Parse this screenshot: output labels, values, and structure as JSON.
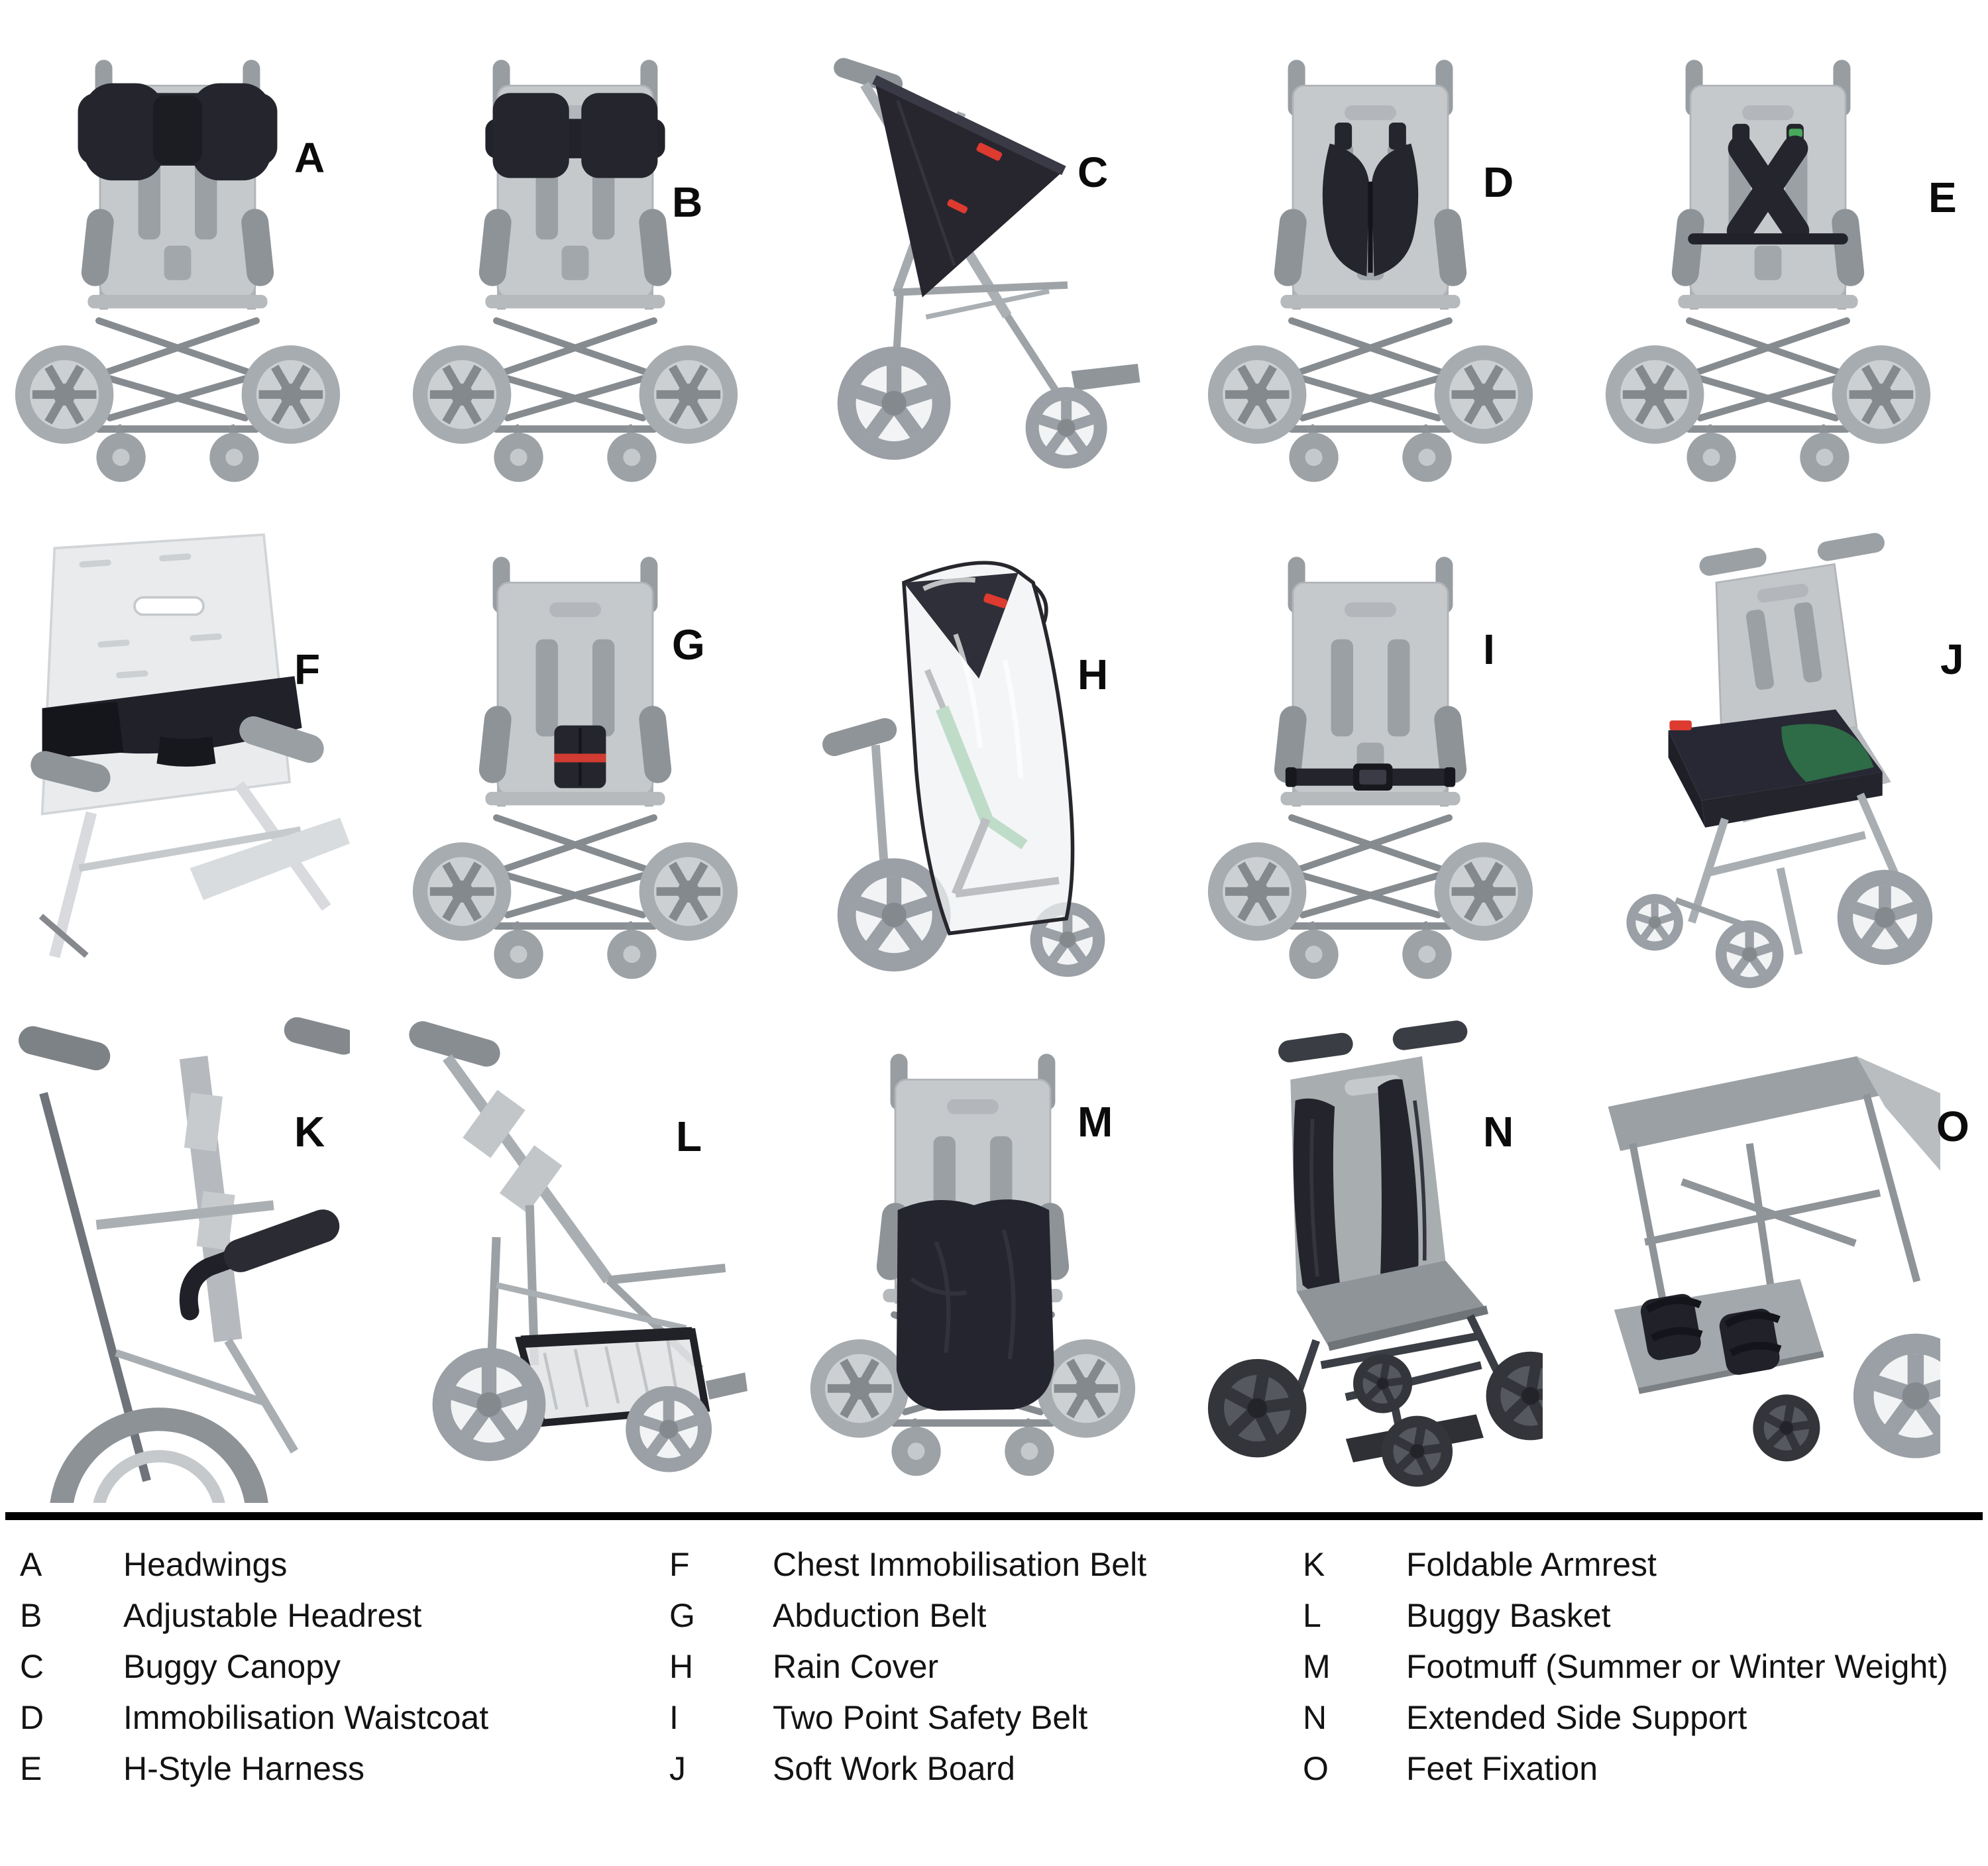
{
  "tiles": [
    {
      "letter": "A",
      "alt": "rear view of faded grey buggy with dark headwings pads at top of backrest"
    },
    {
      "letter": "B",
      "alt": "rear view of faded grey buggy with dark adjustable headrest pads and band"
    },
    {
      "letter": "C",
      "alt": "side view of faded buggy chassis with large dark triangular canopy and red tags"
    },
    {
      "letter": "D",
      "alt": "front view of faded grey buggy with dark immobilisation waistcoat vest on backrest"
    },
    {
      "letter": "E",
      "alt": "front view of faded grey buggy with dark H-style crossed harness and green clip"
    },
    {
      "letter": "F",
      "alt": "close-up of light seat with wide dark chest immobilisation belt wrapped around backrest"
    },
    {
      "letter": "G",
      "alt": "front view of faded grey buggy with small dark abduction belt pouch with red stripe on seat"
    },
    {
      "letter": "H",
      "alt": "side view of buggy with green frame tubes covered by transparent rain cover with dark top"
    },
    {
      "letter": "I",
      "alt": "front view of faded grey buggy with dark two point safety belt and buckle at hip level"
    },
    {
      "letter": "J",
      "alt": "three-quarter view of faded buggy with dark soft work board with green top on seat"
    },
    {
      "letter": "K",
      "alt": "close-up of frame with dark foldable padded armrest bar"
    },
    {
      "letter": "L",
      "alt": "side view of buggy chassis with mesh buggy basket with dark trim under seat"
    },
    {
      "letter": "M",
      "alt": "front view of faded grey buggy with large dark footmuff covering seat and legs"
    },
    {
      "letter": "N",
      "alt": "three-quarter view of buggy with long dark extended side support pads on backrest"
    },
    {
      "letter": "O",
      "alt": "close-up of footplate with dark feet fixation sandal straps"
    }
  ],
  "legend": {
    "columns": [
      {
        "entries": [
          {
            "letter": "A",
            "label": "Headwings"
          },
          {
            "letter": "B",
            "label": "Adjustable Headrest"
          },
          {
            "letter": "C",
            "label": "Buggy Canopy"
          },
          {
            "letter": "D",
            "label": "Immobilisation Waistcoat"
          },
          {
            "letter": "E",
            "label": "H-Style Harness"
          }
        ]
      },
      {
        "entries": [
          {
            "letter": "F",
            "label": "Chest Immobilisation Belt"
          },
          {
            "letter": "G",
            "label": "Abduction Belt"
          },
          {
            "letter": "H",
            "label": "Rain Cover"
          },
          {
            "letter": "I",
            "label": "Two Point Safety Belt"
          },
          {
            "letter": "J",
            "label": "Soft Work Board"
          }
        ]
      },
      {
        "entries": [
          {
            "letter": "K",
            "label": "Foldable Armrest"
          },
          {
            "letter": "L",
            "label": "Buggy Basket"
          },
          {
            "letter": "M",
            "label": "Footmuff (Summer or Winter Weight)"
          },
          {
            "letter": "N",
            "label": "Extended Side Support"
          },
          {
            "letter": "O",
            "label": "Feet Fixation"
          }
        ]
      }
    ]
  },
  "colors": {
    "accessory_dark": "#25262d",
    "fabric_grey": "#c5c9cc",
    "frame_grey": "#8f9499",
    "green_frame": "#45a65a",
    "board_green": "#2e6b47",
    "red_accent": "#dd3a30",
    "separator": "#000000",
    "background": "#ffffff"
  }
}
